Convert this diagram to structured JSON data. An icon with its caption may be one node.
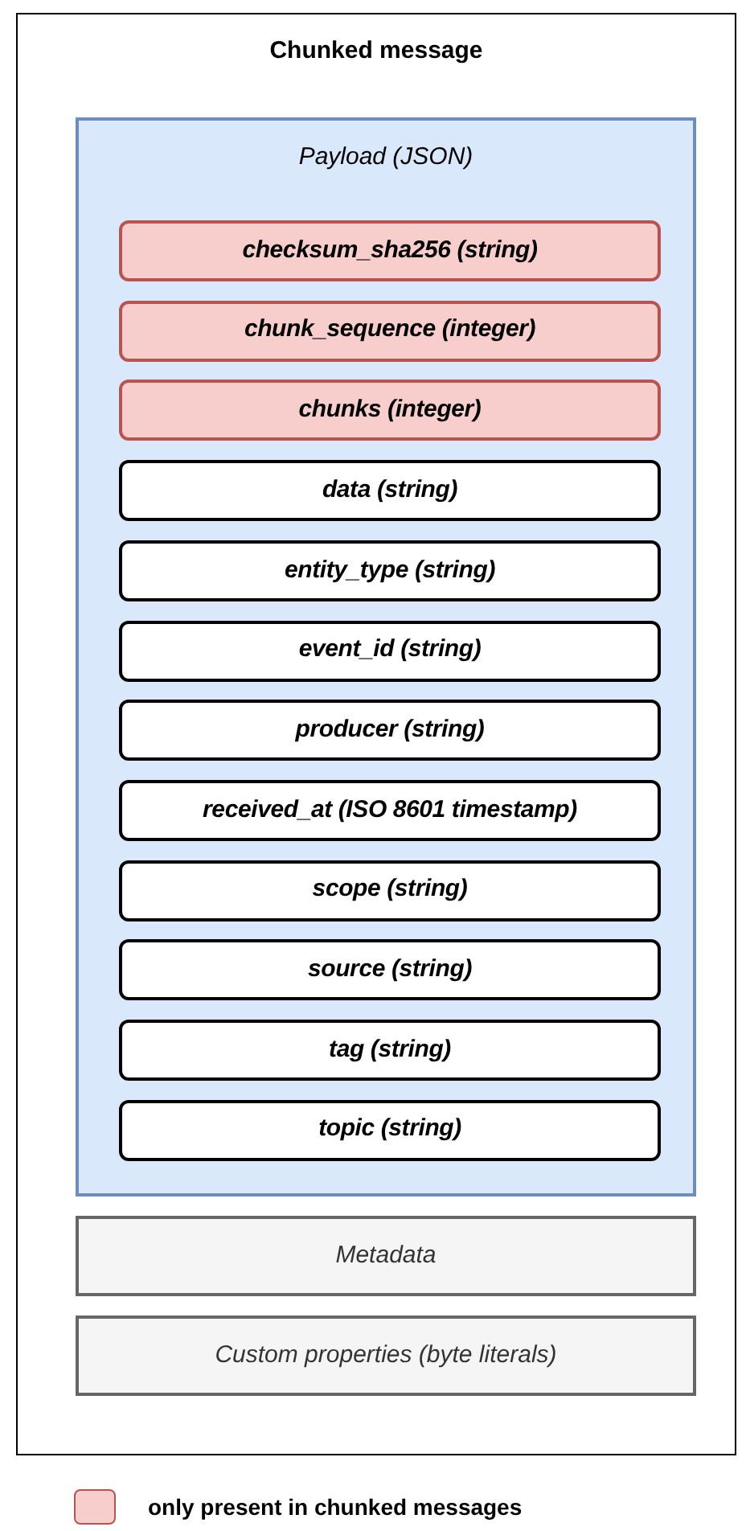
{
  "diagram": {
    "nodes": [
      {
        "text": [
          "Chunked message"
        ]
      },
      {
        "text": [
          "Payload (JSON)"
        ],
        "in": 0
      },
      {
        "text": [
          "checksum_sha256 (string)"
        ],
        "in": 1
      },
      {
        "text": [
          "chunk_sequence (integer)"
        ],
        "in": 1
      },
      {
        "text": [
          "chunks (integer)"
        ],
        "in": 1
      },
      {
        "text": [
          "data (string)"
        ],
        "in": 1
      },
      {
        "text": [
          "entity_type (string)"
        ],
        "in": 1
      },
      {
        "text": [
          "event_id (string)"
        ],
        "in": 1
      },
      {
        "text": [
          "producer (string)"
        ],
        "in": 1
      },
      {
        "text": [
          "received_at (ISO 8601 timestamp)"
        ],
        "in": 1
      },
      {
        "text": [
          "scope (string)"
        ],
        "in": 1
      },
      {
        "text": [
          "source (string)"
        ],
        "in": 1
      },
      {
        "text": [
          "tag (string)"
        ],
        "in": 1
      },
      {
        "text": [
          "topic (string)"
        ],
        "in": 1
      },
      {
        "text": [
          "Metadata"
        ],
        "in": 0
      },
      {
        "text": [
          "Custom properties (byte literals)"
        ],
        "in": 0
      }
    ],
    "legend": [
      {
        "text": "only present in chunked messages",
        "color": "#f8cecc"
      }
    ]
  }
}
